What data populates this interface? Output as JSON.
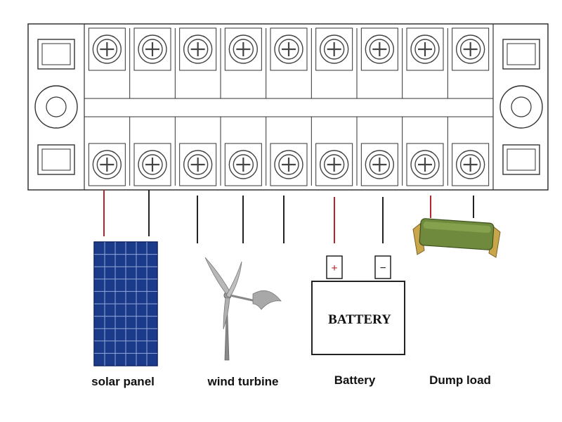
{
  "terminal_block": {
    "top_screws": 9,
    "bottom_screws": 9,
    "colors": {
      "outline": "#333333",
      "fill": "#ffffff",
      "screw_ring": "#444444"
    }
  },
  "wires": {
    "colors": {
      "positive": "#b5262a",
      "neutral": "#222222"
    }
  },
  "components": [
    {
      "id": "solar_panel",
      "caption": "solar panel",
      "icon": "solar-panel-icon"
    },
    {
      "id": "wind_turbine",
      "caption": "wind turbine",
      "icon": "wind-turbine-icon"
    },
    {
      "id": "battery",
      "caption": "Battery",
      "icon": "battery-icon",
      "body_label": "BATTERY",
      "positive_symbol": "+",
      "negative_symbol": "−"
    },
    {
      "id": "dump_load",
      "caption": "Dump load",
      "icon": "dump-load-resistor-icon"
    }
  ],
  "colors": {
    "solar_cell": "#1c3a8a",
    "solar_grid": "#8fa6d8",
    "resistor_body": "#6f8a3c"
  }
}
